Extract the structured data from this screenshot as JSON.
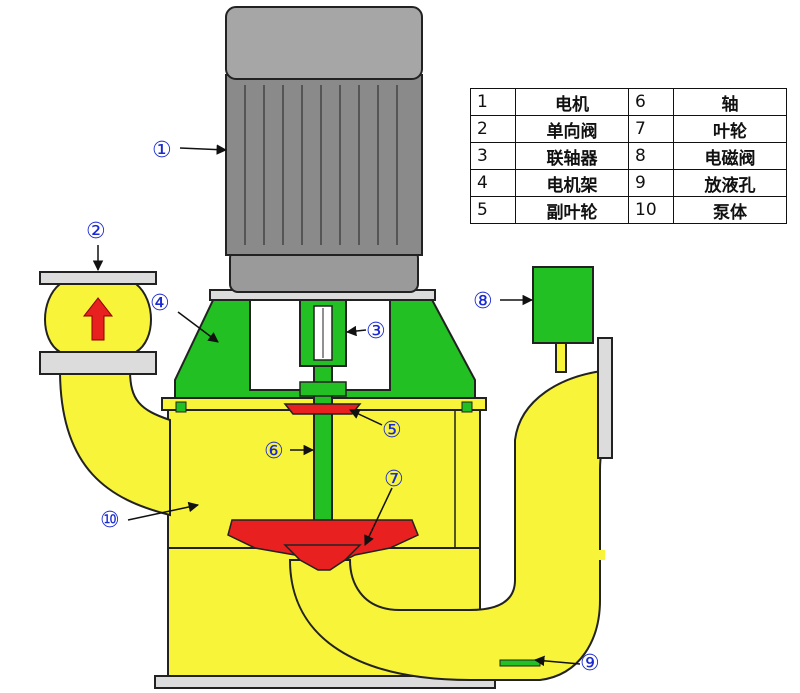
{
  "legend": {
    "rows": [
      {
        "n1": "1",
        "p1": "电机",
        "n2": "6",
        "p2": "轴"
      },
      {
        "n1": "2",
        "p1": "单向阀",
        "n2": "7",
        "p2": "叶轮"
      },
      {
        "n1": "3",
        "p1": "联轴器",
        "n2": "8",
        "p2": "电磁阀"
      },
      {
        "n1": "4",
        "p1": "电机架",
        "n2": "9",
        "p2": "放液孔"
      },
      {
        "n1": "5",
        "p1": "副叶轮",
        "n2": "10",
        "p2": "泵体"
      }
    ]
  },
  "callouts": [
    "①",
    "②",
    "③",
    "④",
    "⑤",
    "⑥",
    "⑦",
    "⑧",
    "⑨",
    "⑩"
  ],
  "colors": {
    "motor": "#8a8a8a",
    "bracket": "#22c022",
    "body": "#f7f43a",
    "impeller": "#e82020",
    "label": "#1a2ad0",
    "arrow": "#e82020"
  }
}
